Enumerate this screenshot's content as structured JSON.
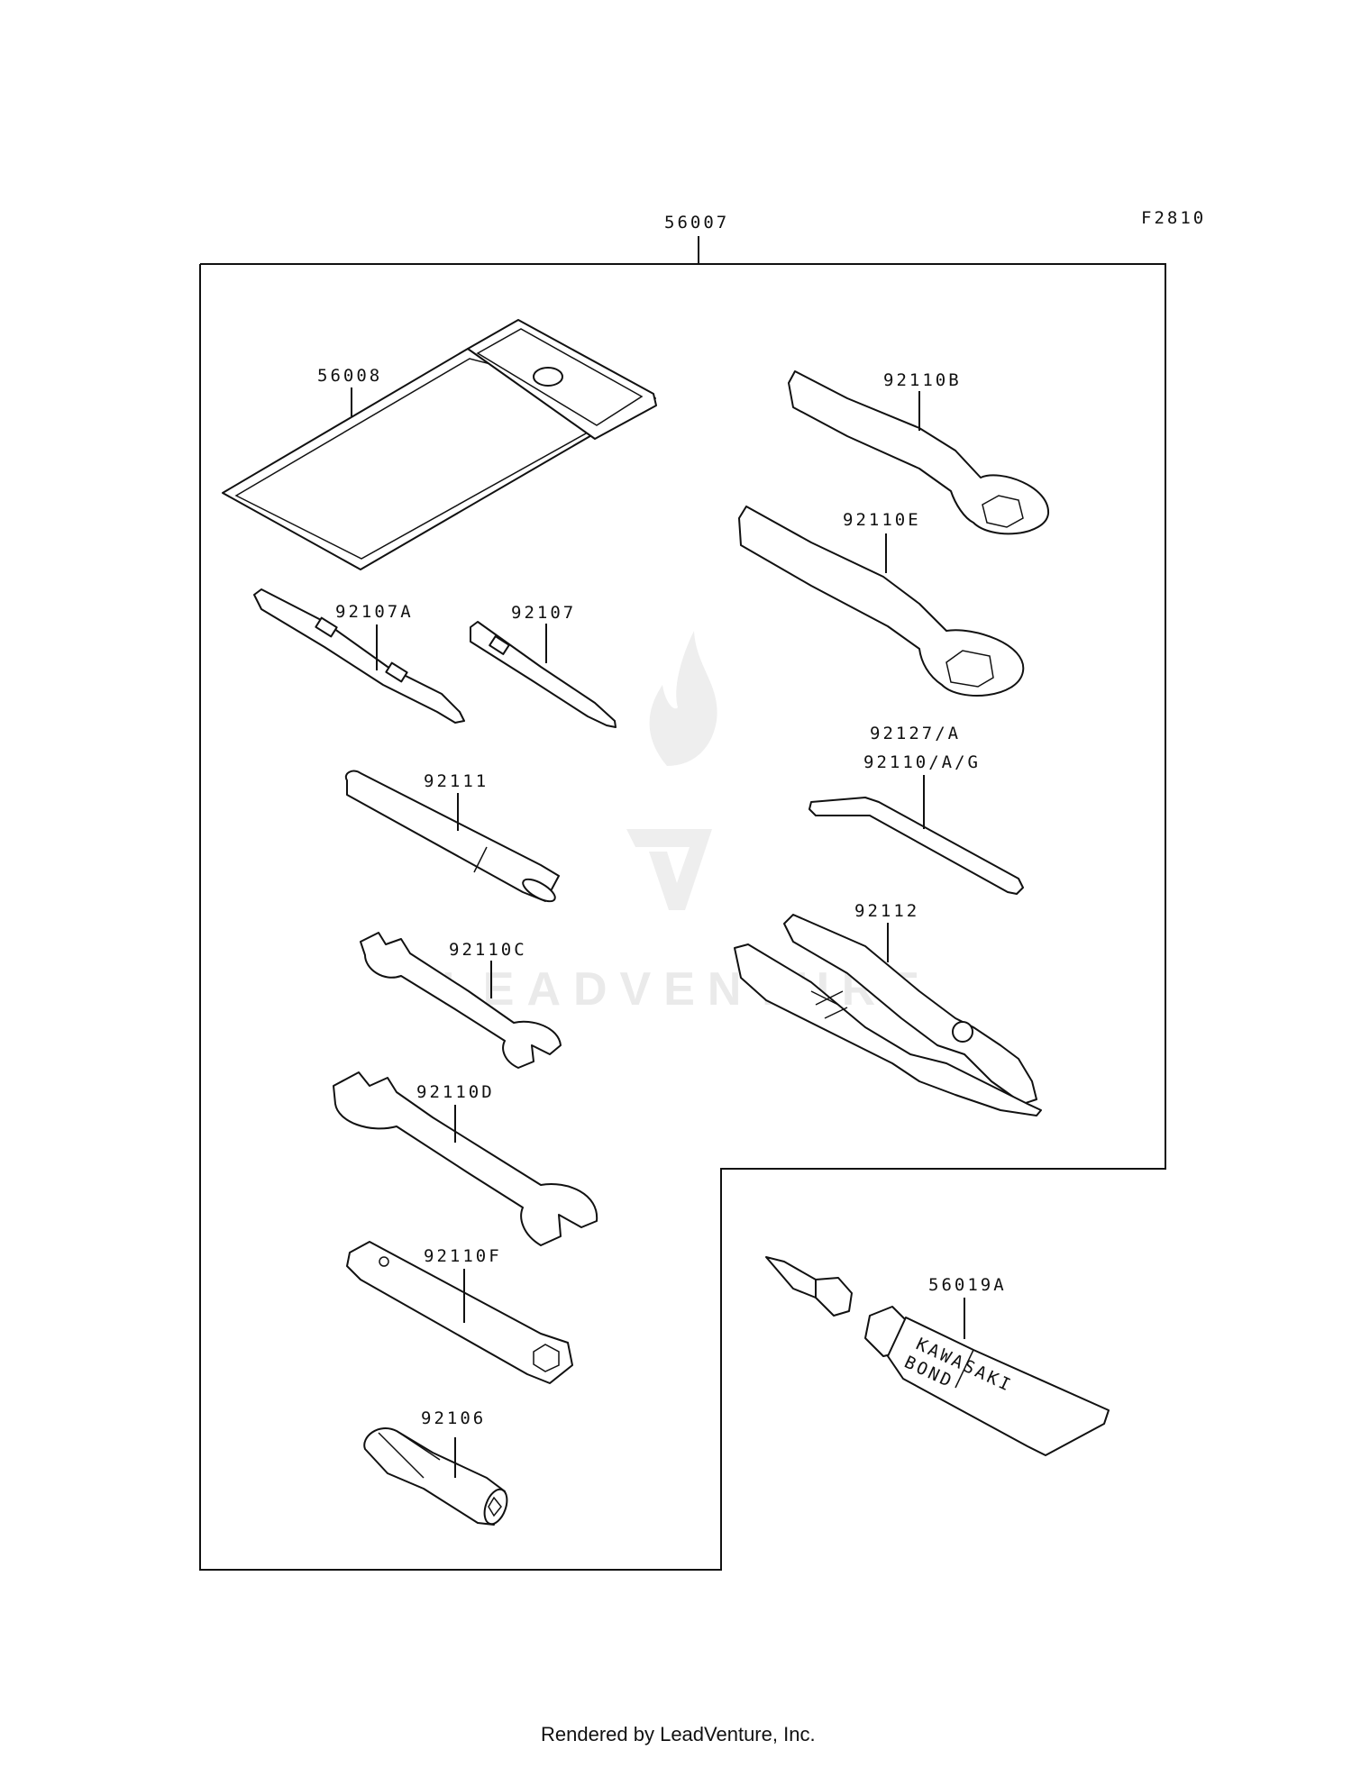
{
  "figure_code": "F2810",
  "assembly_label": "56007",
  "parts": {
    "tool_bag": "56008",
    "ring_wrench_b": "92110B",
    "ring_wrench_e": "92110E",
    "screwdriver_a": "92107A",
    "screwdriver": "92107",
    "handle_bar": "92111",
    "hex_key_1": "92127/A",
    "hex_key_2": "92110/A/G",
    "pliers": "92112",
    "open_wrench_c": "92110C",
    "open_wrench_d": "92110D",
    "box_wrench_f": "92110F",
    "socket_grip": "92106",
    "bond_tube": "56019A"
  },
  "tube_text": {
    "line1": "KAWASAKI",
    "line2": "BOND"
  },
  "watermark": "LEADVENTURE",
  "footer": "Rendered by LeadVenture, Inc."
}
